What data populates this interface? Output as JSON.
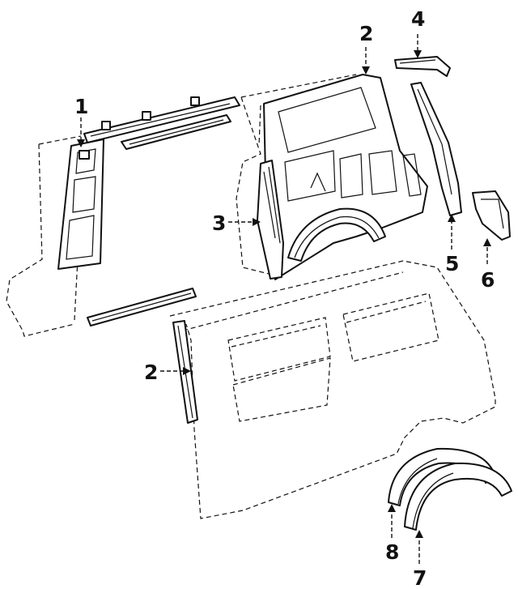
{
  "callouts": {
    "c1": "1",
    "c2_top": "2",
    "c2_bottom": "2",
    "c3": "3",
    "c4": "4",
    "c5": "5",
    "c6": "6",
    "c7": "7",
    "c8": "8"
  }
}
